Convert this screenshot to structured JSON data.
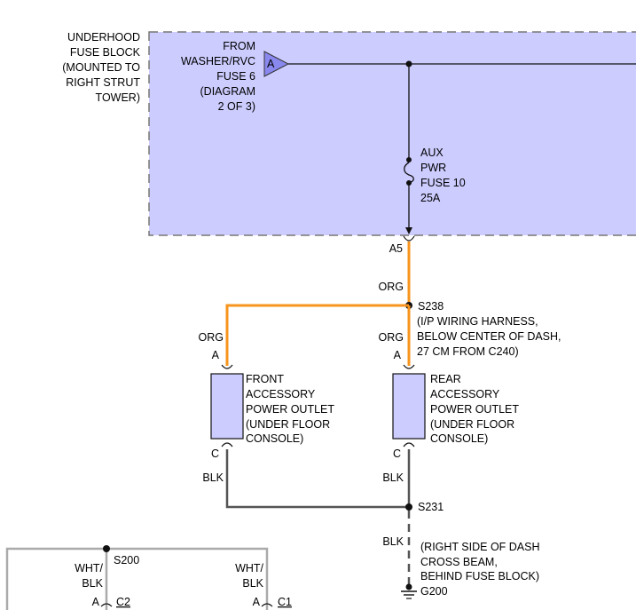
{
  "fuse_block": {
    "label_lines": [
      "UNDERHOOD",
      "FUSE BLOCK",
      "(MOUNTED TO",
      "RIGHT STRUT",
      "TOWER)"
    ],
    "fill_color": "#ccccff",
    "border_color": "#777777"
  },
  "source": {
    "lines": [
      "FROM",
      "WASHER/RVC",
      "FUSE 6",
      "(DIAGRAM",
      "2 OF 3)"
    ],
    "connector_letter": "A"
  },
  "fuse": {
    "lines": [
      "AUX",
      "PWR",
      "FUSE 10",
      "25A"
    ]
  },
  "pin_a5": "A5",
  "wires": {
    "org_color": "#f7941d",
    "blk_color": "#555555",
    "wht_blk_color": "#aaaaaa",
    "org_label": "ORG",
    "blk_label": "BLK",
    "wht_blk_lines": [
      "WHT/",
      "BLK"
    ]
  },
  "splice_s238": {
    "name": "S238",
    "desc_lines": [
      "(I/P WIRING HARNESS,",
      "BELOW CENTER OF DASH,",
      "27 CM FROM C240)"
    ]
  },
  "front_outlet": {
    "pin_top": "A",
    "pin_bottom": "C",
    "lines": [
      "FRONT",
      "ACCESSORY",
      "POWER OUTLET",
      "(UNDER FLOOR",
      "CONSOLE)"
    ]
  },
  "rear_outlet": {
    "pin_top": "A",
    "pin_bottom": "C",
    "lines": [
      "REAR",
      "ACCESSORY",
      "POWER OUTLET",
      "(UNDER FLOOR",
      "CONSOLE)"
    ]
  },
  "splice_s231": {
    "name": "S231"
  },
  "ground_g200": {
    "name": "G200",
    "desc_lines": [
      "(RIGHT SIDE OF DASH",
      "CROSS BEAM,",
      "BEHIND FUSE BLOCK)"
    ]
  },
  "splice_s200": {
    "name": "S200"
  },
  "bottom_connectors": {
    "left": {
      "pin": "A",
      "connector": "C2"
    },
    "right": {
      "pin": "A",
      "connector": "C1"
    }
  },
  "component_fill": "#ccccff"
}
